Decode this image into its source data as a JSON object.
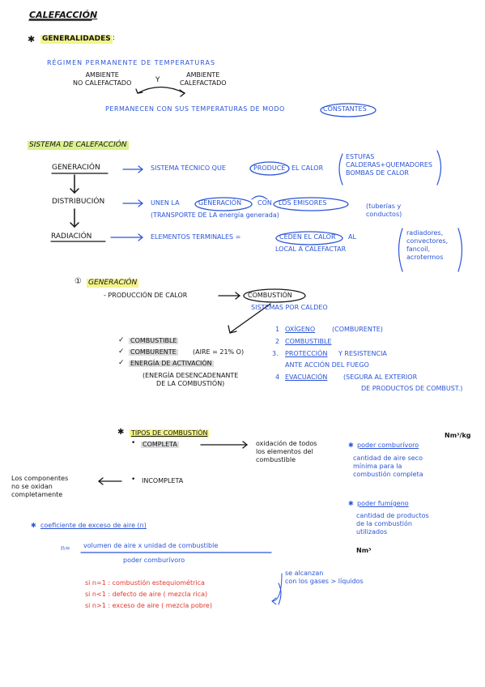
{
  "title": "CALEFACCIÓN",
  "generalidades": {
    "heading": "GENERALIDADES",
    "regimen": "RÉGIMEN PERMANENTE DE TEMPERATURAS",
    "ambiente_no": "AMBIENTE\nNO CALEFACTADO",
    "y": "Y",
    "ambiente_si": "AMBIENTE\nCALEFACTADO",
    "permanecen": "PERMANECEN CON SUS TEMPERATURAS DE MODO",
    "constantes": "CONSTANTES"
  },
  "sistema": {
    "heading": "SISTEMA DE CALEFACCIÓN",
    "generacion": "GENERACIÓN",
    "generacion_desc1": "SISTEMA TÉCNICO QUE",
    "produce": "PRODUCE",
    "generacion_desc2": "EL CALOR",
    "generacion_eq": "ESTUFAS\nCALDERAS+QUEMADORES\nBOMBAS DE CALOR",
    "distribucion": "DISTRIBUCIÓN",
    "distribucion_desc1": "UNEN LA",
    "generacion_word": "GENERACIÓN",
    "con": "CON",
    "emisores": "LOS EMISORES",
    "distribucion_desc2": "(TRANSPORTE DE LA energía generada)",
    "tuberias": "(tuberías y\nconductos)",
    "radiacion": "RADIACIÓN",
    "radiacion_desc1": "ELEMENTOS TERMINALES =",
    "ceden": "CEDEN EL CALOR",
    "radiacion_desc2": "AL",
    "radiacion_desc3": "LOCAL A CALEFACTAR",
    "radiadores": "radiadores,\nconvectores,\nfancoil,\nacrotermos"
  },
  "generacion_section": {
    "num": "①",
    "heading": "GENERACIÓN",
    "produccion": "- PRODUCCIÓN DE CALOR",
    "combustion": "COMBUSTIÓN",
    "sistemas": "SISTEMAS POR CALDEO",
    "checks": [
      {
        "mark": "✓",
        "text": "COMBUSTIBLE"
      },
      {
        "mark": "✓",
        "text": "COMBURENTE",
        "extra": "(AIRE = 21% O)"
      },
      {
        "mark": "✓",
        "text": "ENERGÍA DE ACTIVACIÓN"
      }
    ],
    "energia_note": "(ENERGÍA DESENCADENANTE\nDE LA COMBUSTIÓN)",
    "list": [
      {
        "n": "1",
        "word": "OXÍGENO",
        "rest": "(COMBURENTE)"
      },
      {
        "n": "2",
        "word": "COMBUSTIBLE",
        "rest": ""
      },
      {
        "n": "3.",
        "word": "PROTECCIÓN",
        "rest": "Y RESISTENCIA"
      },
      {
        "n": "",
        "word": "",
        "rest": "ANTE ACCIÓN DEL FUEGO"
      },
      {
        "n": "4",
        "word": "EVACUACIÓN",
        "rest": "(SEGURA AL EXTERIOR"
      },
      {
        "n": "",
        "word": "",
        "rest": "DE PRODUCTOS DE COMBUST.)"
      }
    ]
  },
  "tipos": {
    "star": "✱",
    "heading": "TIPOS DE COMBUSTIÓN",
    "completa": "COMPLETA",
    "completa_desc": "oxidación de todos\nlos elementos del\ncombustible",
    "incompleta": "INCOMPLETA",
    "incompleta_desc": "Los componentes\nno se oxidan\ncompletamente",
    "poder_comb": "poder comburívoro",
    "poder_comb_desc": "cantidad de aire seco\nmínima para la\ncombustión completa",
    "nm3kg": "Nm³/kg",
    "poder_fum": "poder fumígeno",
    "poder_fum_desc": "cantidad de productos\nde la combustión\nutilizados",
    "nm3": "Nm³"
  },
  "coeficiente": {
    "heading": "coeficiente de exceso de aire (n)",
    "formula_left": "n=",
    "numerator": "volumen de aire  x  unidad de combustible",
    "denominator": "poder comburívoro",
    "cases": [
      "si n=1 : combustión estequiométrica",
      "si n<1 : defecto de aire  ( mezcla rica)",
      "si n>1 : exceso de aire  ( mezcla pobre)"
    ],
    "note": "se alcanzan\ncon los gases > líquidos"
  }
}
